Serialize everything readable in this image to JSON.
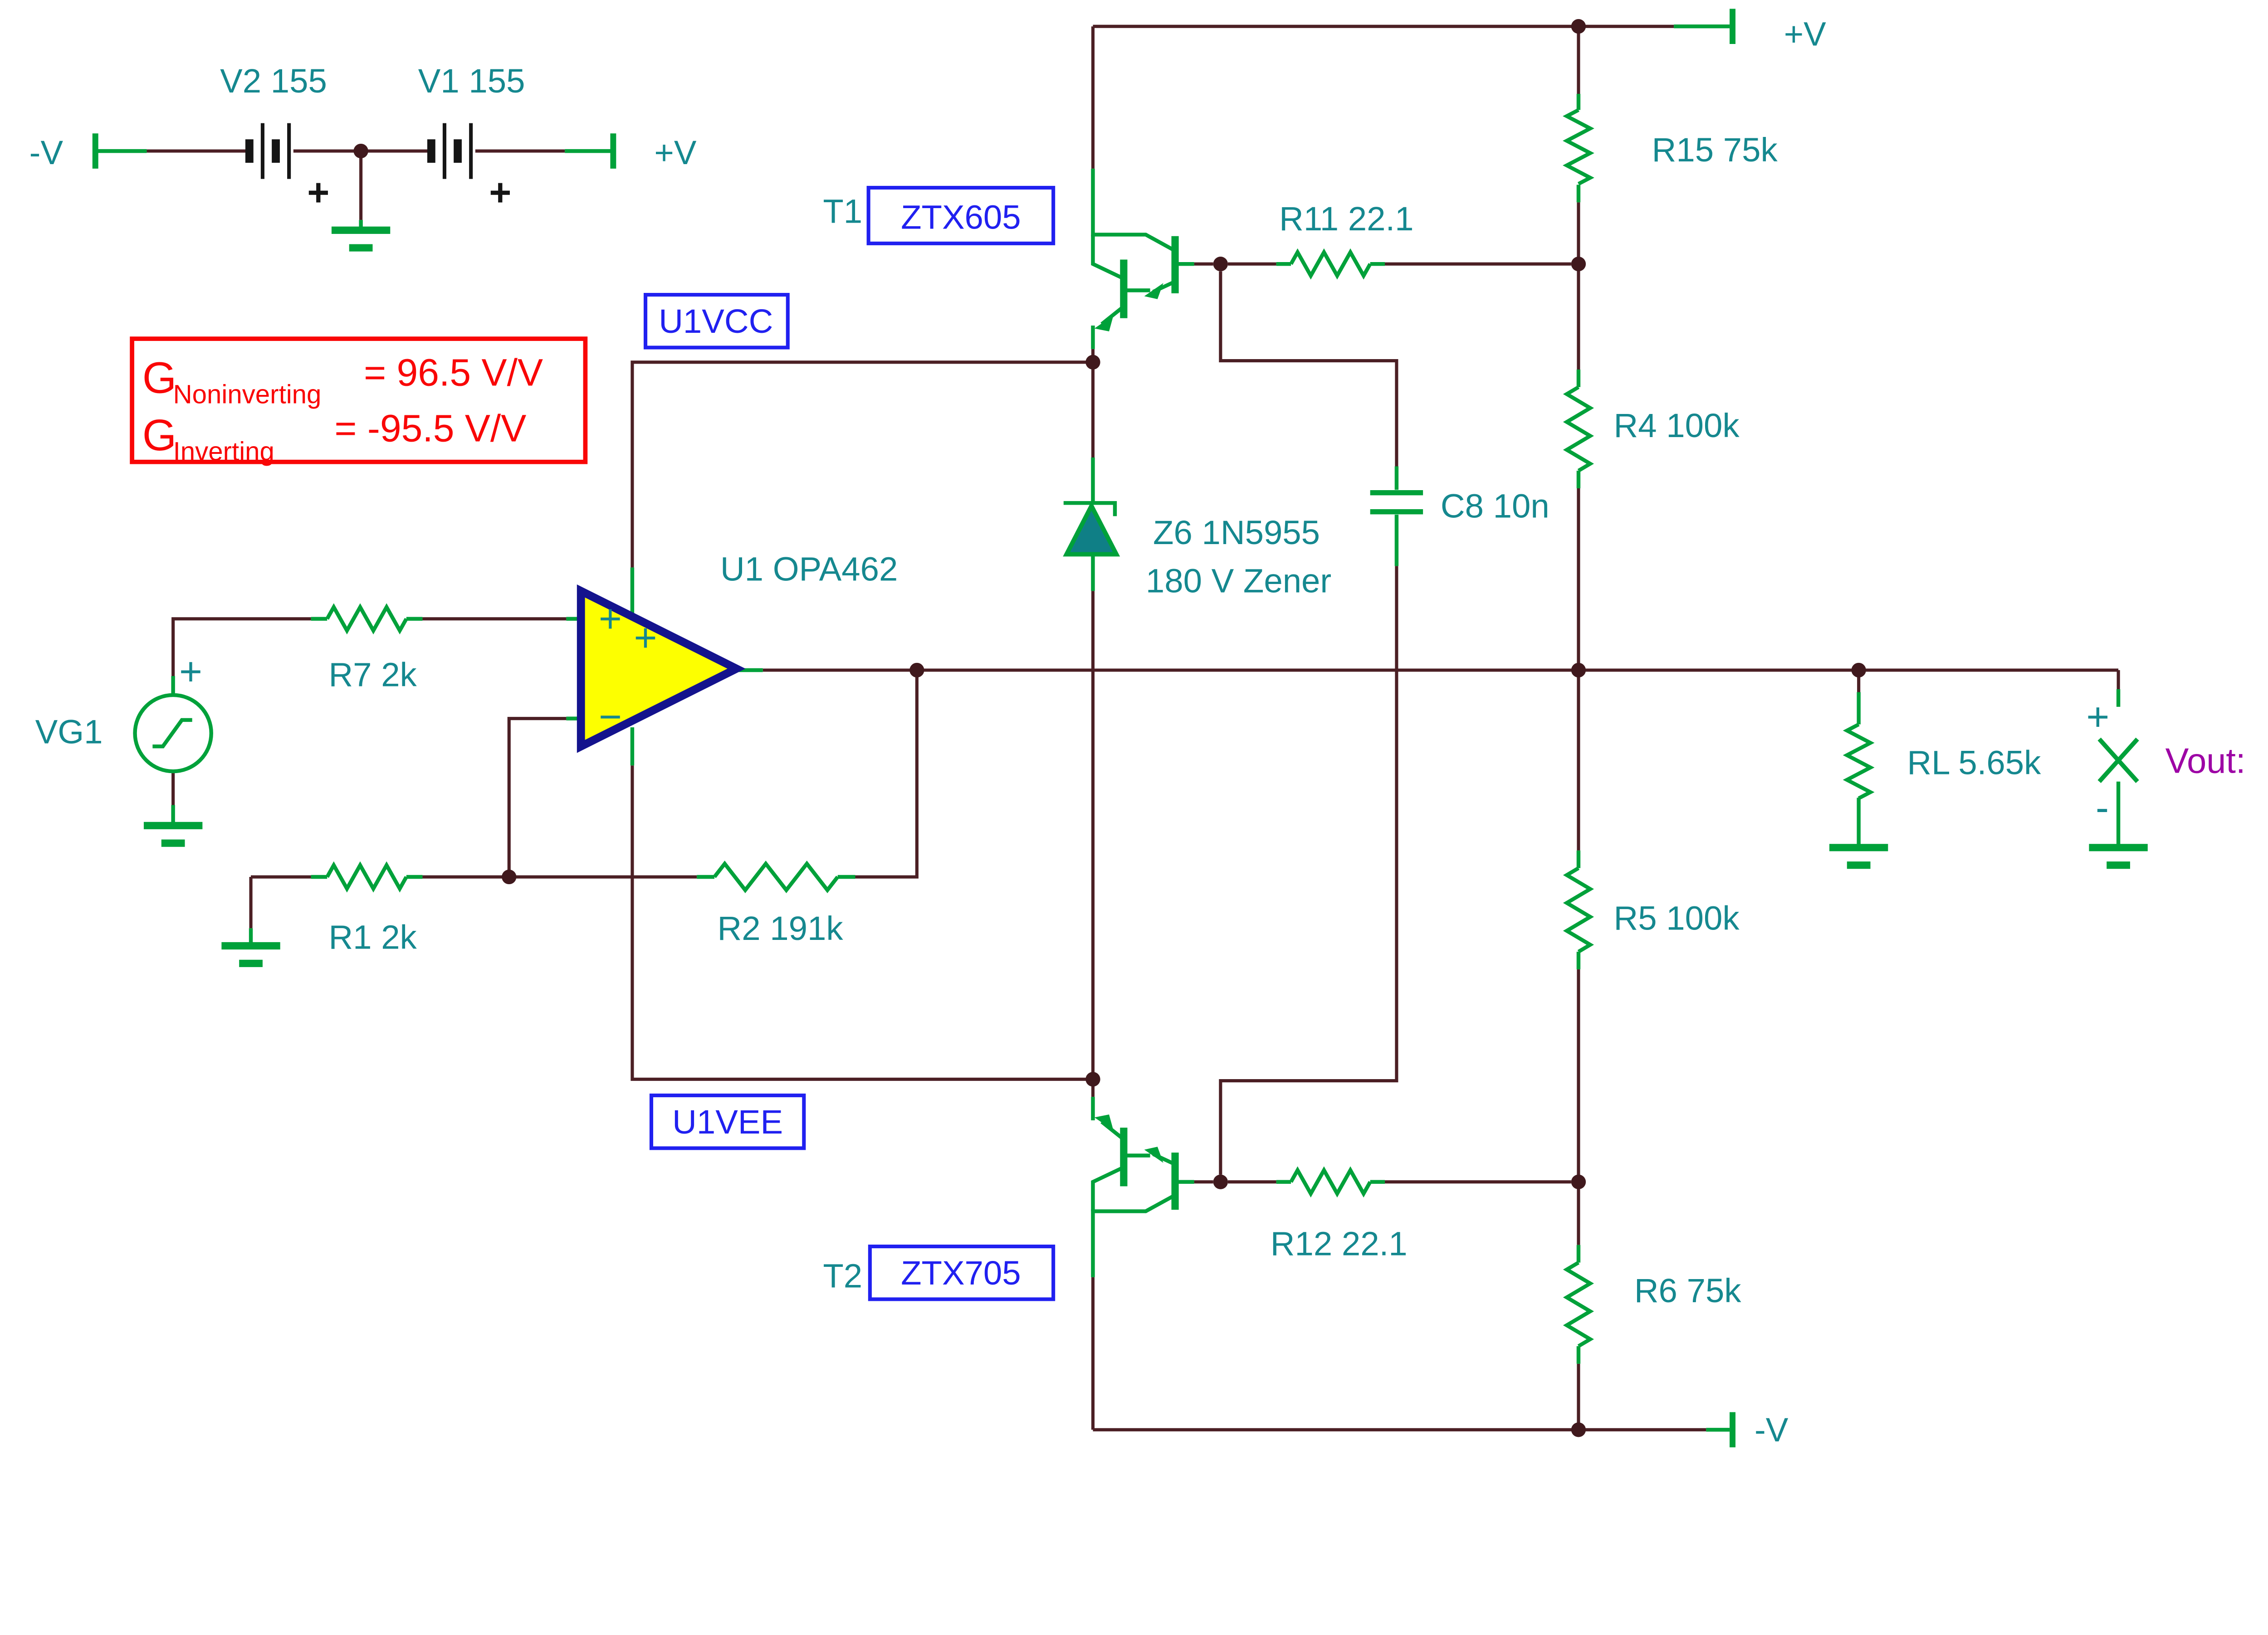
{
  "colors": {
    "background": "#ffffff",
    "wire": "#4b1f24",
    "component_green": "#00a13a",
    "label_teal": "#15888f",
    "macro_blue": "#2020f0",
    "annotation_red": "#f90606",
    "probe_purple": "#9d03a5",
    "junction_dot": "#40191d",
    "opamp_fill": "#fdff00",
    "opamp_border": "#14138d",
    "zener_fill": "#0f7f86",
    "battery_plate_black": "#151515"
  },
  "supply": {
    "neg": "-V",
    "pos": "+V",
    "v2": "V2 155",
    "v1": "V1 155",
    "v2_plus": "+",
    "v1_plus": "+"
  },
  "gain": {
    "n_g": "G",
    "n_sub": "Noninverting",
    "n_val": "= 96.5 V/V",
    "i_g": "G",
    "i_sub": "Inverting",
    "i_val": "= -95.5 V/V"
  },
  "opamp": {
    "name": "U1 OPA462",
    "vcc": "U1VCC",
    "vee": "U1VEE",
    "p1": "+",
    "p2": "+",
    "m": "−"
  },
  "src": {
    "name": "VG1",
    "plus": "+"
  },
  "res": {
    "r7": "R7 2k",
    "r1": "R1 2k",
    "r2": "R2 191k",
    "r11": "R11 22.1",
    "r12": "R12 22.1",
    "r15": "R15 75k",
    "r4": "R4 100k",
    "r5": "R5 100k",
    "r6": "R6 75k",
    "rl": "RL 5.65k"
  },
  "tr": {
    "t1": "T1",
    "t1p": "ZTX605",
    "t2": "T2",
    "t2p": "ZTX705"
  },
  "zen": {
    "l1": "Z6 1N5955",
    "l2": "180 V Zener"
  },
  "cap": {
    "c8": "C8 10n"
  },
  "rail": {
    "top": "+V",
    "bottom": "-V"
  },
  "probe": {
    "name": "Vout:",
    "plus": "+",
    "minus": "-"
  }
}
